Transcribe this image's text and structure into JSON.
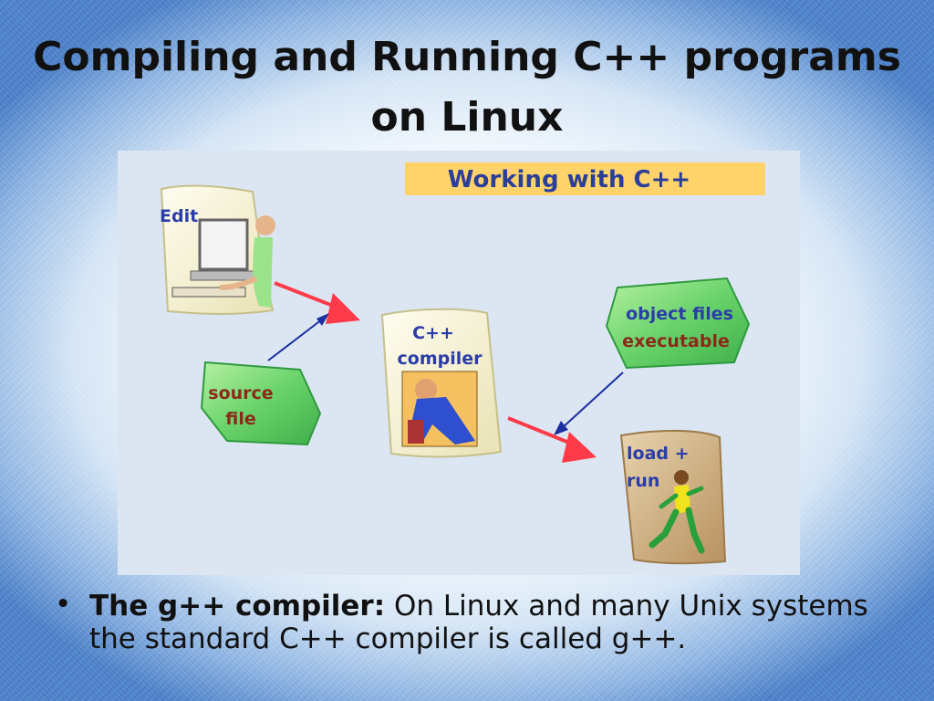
{
  "slide": {
    "title_line1": "Compiling and Running C++ programs",
    "title_line2": "on Linux",
    "bullet": {
      "marker": "•",
      "bold_label": "The g++ compiler:",
      "text": " On Linux and many Unix systems the standard C++ compiler is called g++."
    }
  },
  "diagram": {
    "banner": "Working  with  C++",
    "edit_label": "Edit",
    "source_label_line1": "source",
    "source_label_line2": "file",
    "compiler_label_line1": "C++",
    "compiler_label_line2": "compiler",
    "objects_label_line1": "object  files",
    "objects_label_line2": "executable",
    "run_label_line1": "load  +",
    "run_label_line2": "run",
    "colors": {
      "banner_bg": "#ffd36a",
      "banner_text": "#2a3f9a",
      "label_text": "#2b3da8",
      "green_box": "#7fe07f",
      "tan_box": "#c9aa7a",
      "red_arrow": "#ff3b4a",
      "blue_arrow": "#1a2fa0"
    }
  }
}
